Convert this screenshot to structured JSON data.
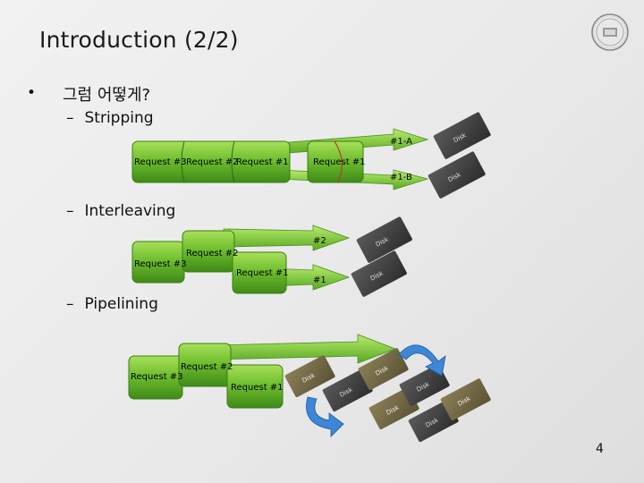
{
  "slide": {
    "title": "Introduction (2/2)",
    "bullet": "그럼 어떻게?",
    "bullet_marker": "•",
    "page_number": "4"
  },
  "sections": [
    {
      "label": "Stripping",
      "requests": [
        "Request #3",
        "Request #2",
        "Request #1",
        "Request #1"
      ],
      "arrow_labels": [
        "#1-A",
        "#1-B"
      ],
      "disk_label": "Disk"
    },
    {
      "label": "Interleaving",
      "requests": [
        "Request #3",
        "Request #2",
        "Request #1"
      ],
      "arrow_labels": [
        "#2",
        "#1"
      ],
      "disk_label": "Disk"
    },
    {
      "label": "Pipelining",
      "requests": [
        "Request #3",
        "Request #2",
        "Request #1"
      ],
      "disk_label": "Disk"
    }
  ],
  "colors": {
    "cylinder_green": "#6fbf2e",
    "arrow_green": "#7ad13a",
    "disk_dark": "#3a3a3a",
    "disk_olive": "#6b6240",
    "cycle_blue": "#3d86d8",
    "cut_red": "#c0392b"
  }
}
